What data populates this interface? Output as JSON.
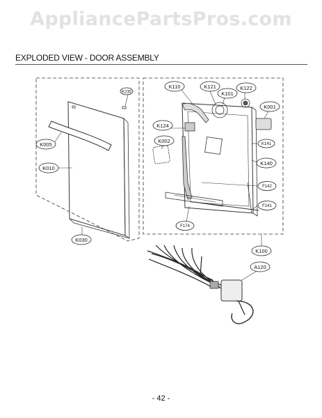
{
  "watermark": "AppliancePartsPros.com",
  "title": "EXPLODED VIEW - DOOR ASSEMBLY",
  "page_number": "- 42 -",
  "callouts": {
    "k230": "K230",
    "k005": "K005",
    "k010": "K010",
    "k030": "K030",
    "k110": "K110",
    "k121": "K121",
    "k101": "K101",
    "k122": "K122",
    "k001": "K001",
    "k124": "K124",
    "k002": "K002",
    "k141": "K141",
    "k140": "K140",
    "f142": "F142",
    "f141": "F141",
    "f174": "F174",
    "k100": "K100",
    "a120": "A120"
  }
}
